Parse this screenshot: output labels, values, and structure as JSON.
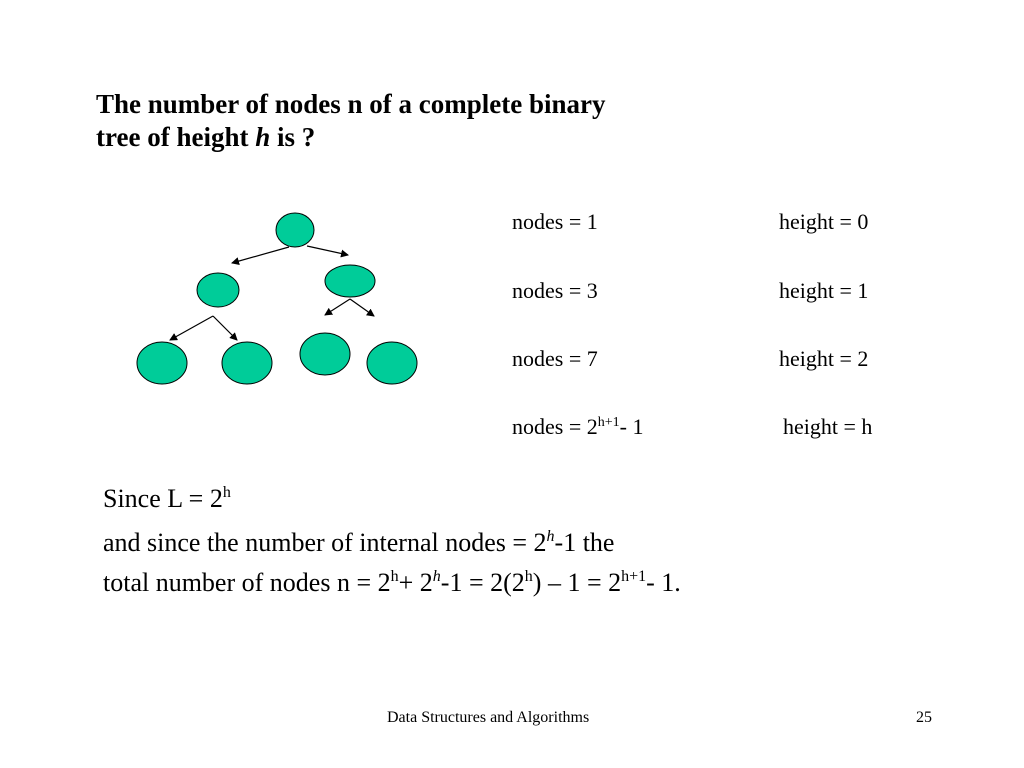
{
  "title": {
    "line1": "The number of nodes n of a complete binary",
    "line2_a": "tree of height ",
    "line2_var": "h",
    "line2_b": " is ?"
  },
  "rows": [
    {
      "nodes_prefix": "nodes = 1",
      "nodes_sup": "",
      "nodes_suffix": "",
      "height": "height = 0"
    },
    {
      "nodes_prefix": "nodes = 3",
      "nodes_sup": "",
      "nodes_suffix": "",
      "height": "height = 1"
    },
    {
      "nodes_prefix": "nodes = 7",
      "nodes_sup": "",
      "nodes_suffix": "",
      "height": "height = 2"
    },
    {
      "nodes_prefix": "nodes = 2",
      "nodes_sup": "h+1",
      "nodes_suffix": "- 1",
      "height": "height = h"
    }
  ],
  "body": {
    "line1_a": "Since L = ",
    "line1_base": " 2",
    "line1_sup": "h",
    "line2_a": "and since the number of internal nodes = 2",
    "line2_sup": "h",
    "line2_b": "-1 the",
    "line3_a": "total number of nodes n = ",
    "line3_b": " 2",
    "line3_sup1": "h",
    "line3_c": "+ 2",
    "line3_sup2": "h",
    "line3_d": "-1 = 2(2",
    "line3_sup3": "h",
    "line3_e": ") – 1 = 2",
    "line3_sup4": "h+1",
    "line3_f": "- 1."
  },
  "footer": {
    "course": "Data Structures and Algorithms",
    "page": "25"
  },
  "colors": {
    "node_fill": "#00cc99",
    "node_stroke": "#000000",
    "text": "#000000",
    "background": "#ffffff"
  }
}
